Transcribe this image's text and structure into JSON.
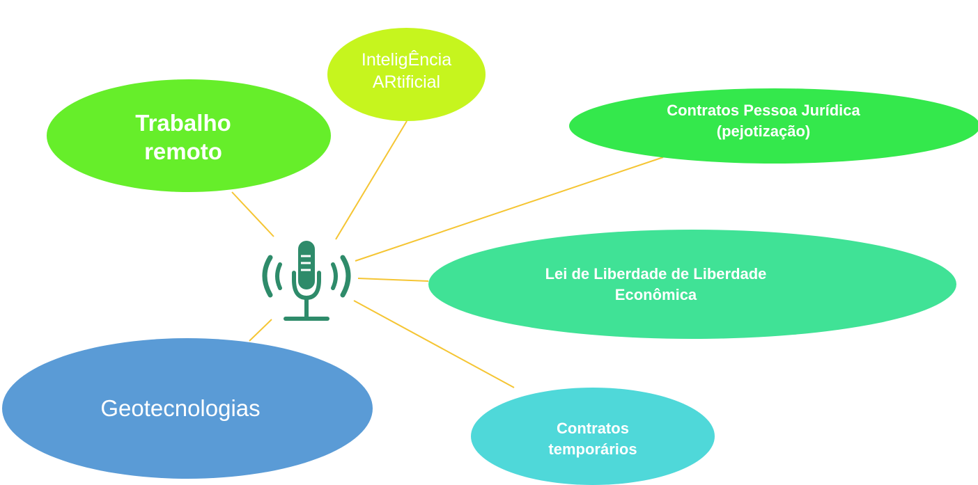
{
  "center": {
    "icon": "microphone-icon",
    "color": "#2e8b6a"
  },
  "connector_color": "#f5c533",
  "nodes": {
    "trabalho": {
      "label": "Trabalho\nremoto",
      "color": "#66ee2a"
    },
    "ia": {
      "label": "InteligÊncia\nARtificial",
      "color": "#c6f51e"
    },
    "pj": {
      "label": "Contratos Pessoa Jurídica\n(pejotização)",
      "color": "#34e84c"
    },
    "lei": {
      "label": "Lei de Liberdade de Liberdade\nEconômica",
      "color": "#40e296"
    },
    "temp": {
      "label": "Contratos\ntemporários",
      "color": "#4fd8d9"
    },
    "geo": {
      "label": "Geotecnologias",
      "color": "#5a9bd6"
    }
  }
}
